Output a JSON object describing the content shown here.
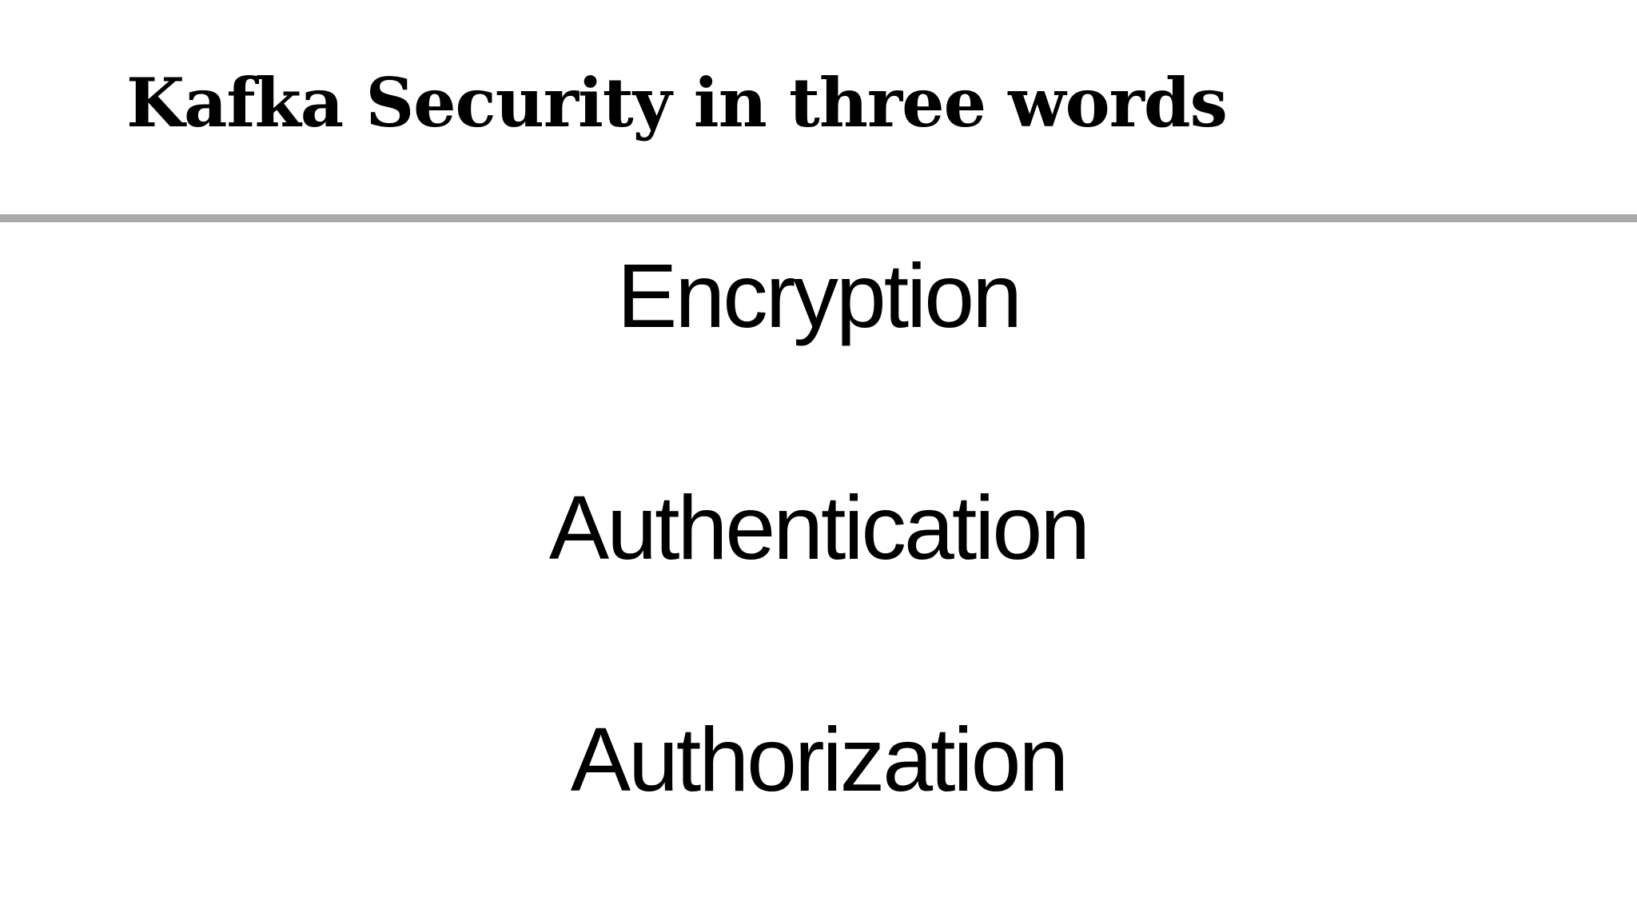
{
  "slide": {
    "title": "Kafka Security in three words",
    "divider_color": "#a9a9a9",
    "text_color": "#000000",
    "background_color": "#ffffff",
    "keywords": [
      {
        "label": "Encryption"
      },
      {
        "label": "Authentication"
      },
      {
        "label": "Authorization"
      }
    ]
  }
}
